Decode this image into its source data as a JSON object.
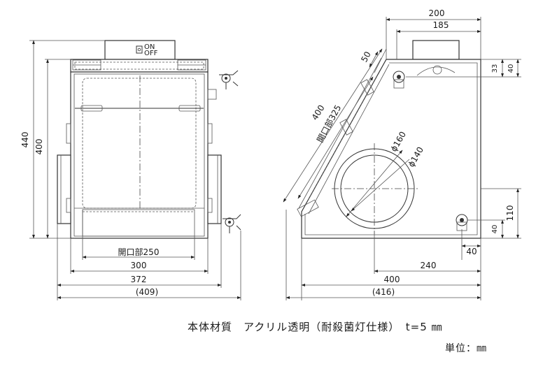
{
  "front_view": {
    "switch_on": "ON",
    "switch_off": "OFF",
    "dim_440": "440",
    "dim_400": "400",
    "dim_opening": "開口部250",
    "dim_300": "300",
    "dim_372": "372",
    "dim_409": "(409)"
  },
  "side_view": {
    "dim_200": "200",
    "dim_185": "185",
    "dim_50": "50",
    "dim_400_slant": "400",
    "dim_opening_325": "開口部325",
    "dim_phi160": "ϕ160",
    "dim_phi140": "ϕ140",
    "dim_33": "33",
    "dim_40_top": "40",
    "dim_110": "110",
    "dim_40_bottom": "40",
    "dim_40_right": "40",
    "dim_240": "240",
    "dim_400_bottom": "400",
    "dim_416": "(416)"
  },
  "caption": "本体材質　アクリル透明（耐殺菌灯仕様）　t=5 ㎜",
  "unit_label": "単位：㎜"
}
